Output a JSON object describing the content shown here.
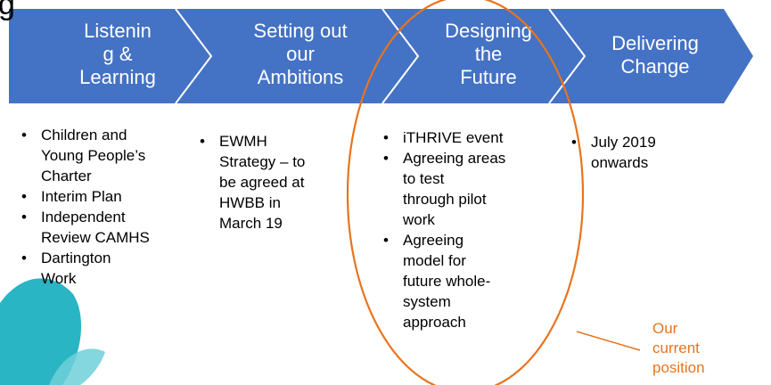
{
  "heading_fragment": "g",
  "process": {
    "steps": [
      {
        "label": "Listenin\ng &\nLearning"
      },
      {
        "label": "Setting out\nour\nAmbitions"
      },
      {
        "label": "Designing\nthe\nFuture"
      },
      {
        "label": "Delivering\nChange"
      }
    ]
  },
  "columns": [
    {
      "items": [
        "Children and\nYoung People’s\nCharter",
        "Interim Plan",
        "Independent\nReview CAMHS",
        "Dartington\nWork"
      ]
    },
    {
      "items": [
        "EWMH\nStrategy – to\nbe agreed at\nHWBB in\nMarch 19"
      ]
    },
    {
      "items": [
        "iTHRIVE event",
        "Agreeing areas\nto test\nthrough pilot\nwork",
        "Agreeing\nmodel for\nfuture whole-\nsystem\napproach"
      ]
    },
    {
      "items": [
        "July 2019\nonwards"
      ]
    }
  ],
  "annotation": {
    "text": "Our\ncurrent\nposition"
  },
  "colors": {
    "arrow_fill": "#4472c4",
    "highlight": "#e8741e",
    "decor": "#29b5c4"
  }
}
